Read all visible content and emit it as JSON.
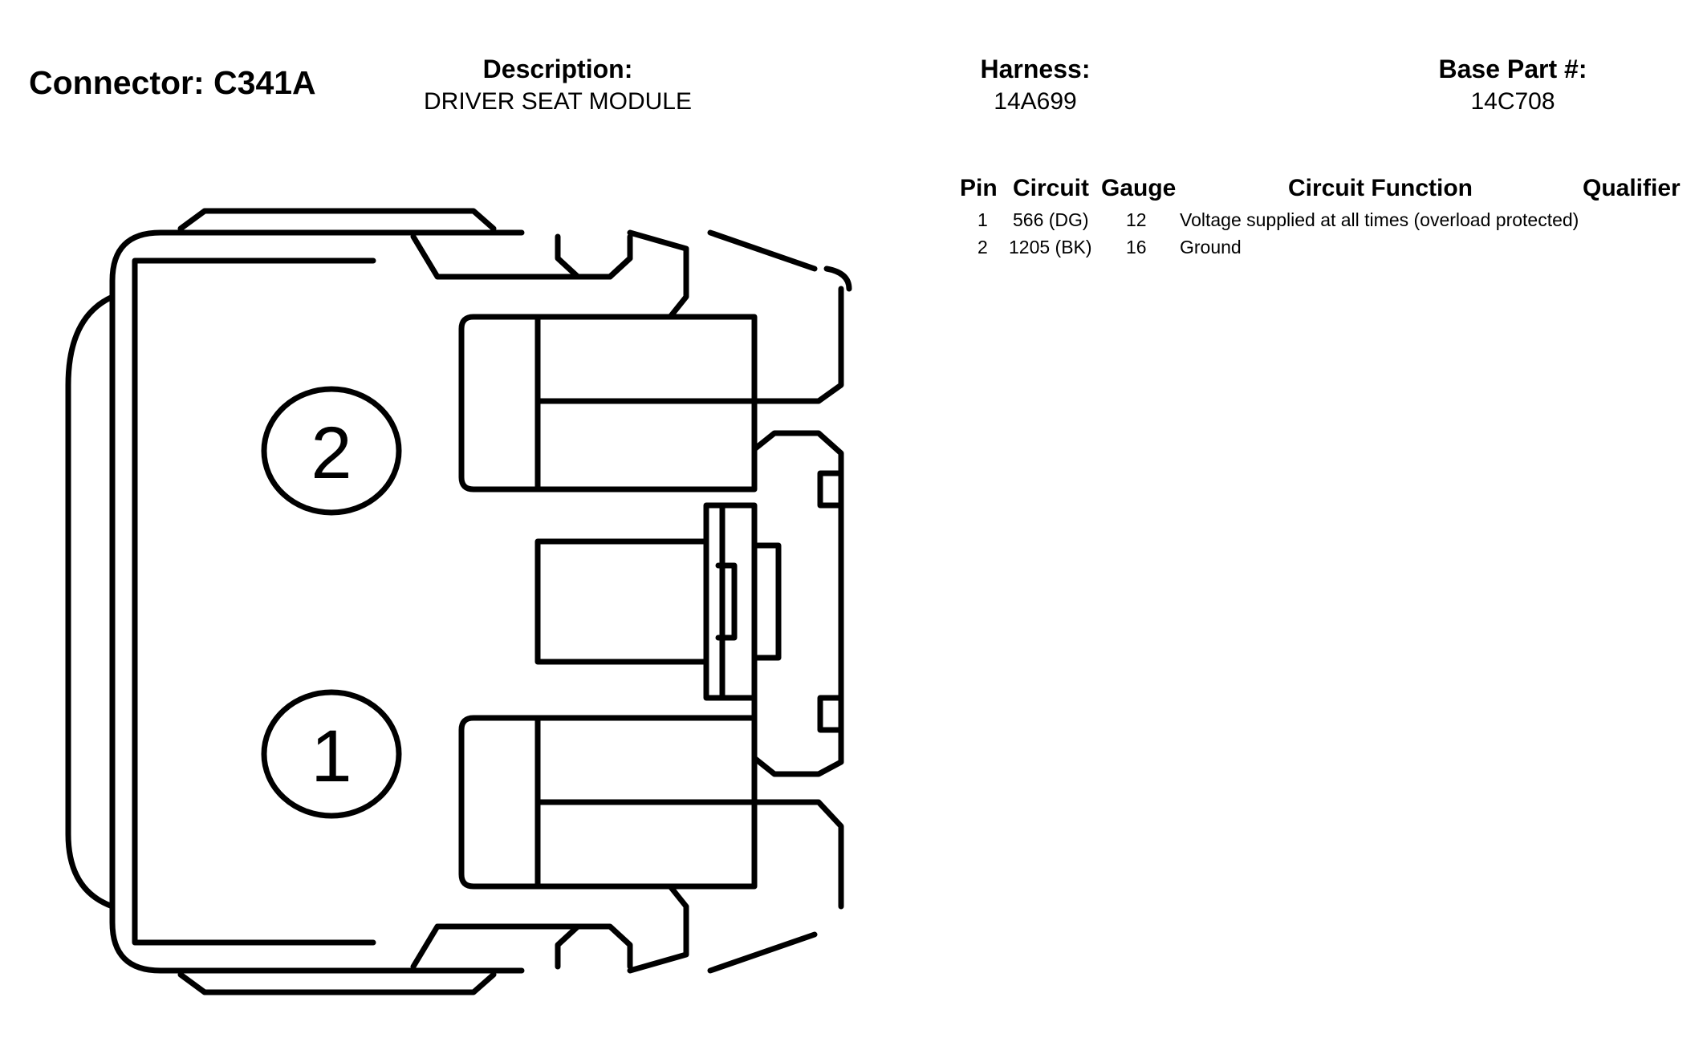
{
  "header": {
    "connector_title": "Connector: C341A",
    "description_label": "Description:",
    "description_value": "DRIVER SEAT MODULE",
    "harness_label": "Harness:",
    "harness_value": "14A699",
    "base_part_label": "Base Part #:",
    "base_part_value": "14C708"
  },
  "table": {
    "columns": [
      "Pin",
      "Circuit",
      "Gauge",
      "Circuit Function",
      "Qualifier"
    ],
    "rows": [
      {
        "pin": "1",
        "circuit": "566 (DG)",
        "gauge": "12",
        "function": "Voltage supplied at all times (overload protected)",
        "qualifier": ""
      },
      {
        "pin": "2",
        "circuit": "1205 (BK)",
        "gauge": "16",
        "function": "Ground",
        "qualifier": ""
      }
    ]
  },
  "diagram": {
    "pin_labels": [
      "2",
      "1"
    ]
  }
}
